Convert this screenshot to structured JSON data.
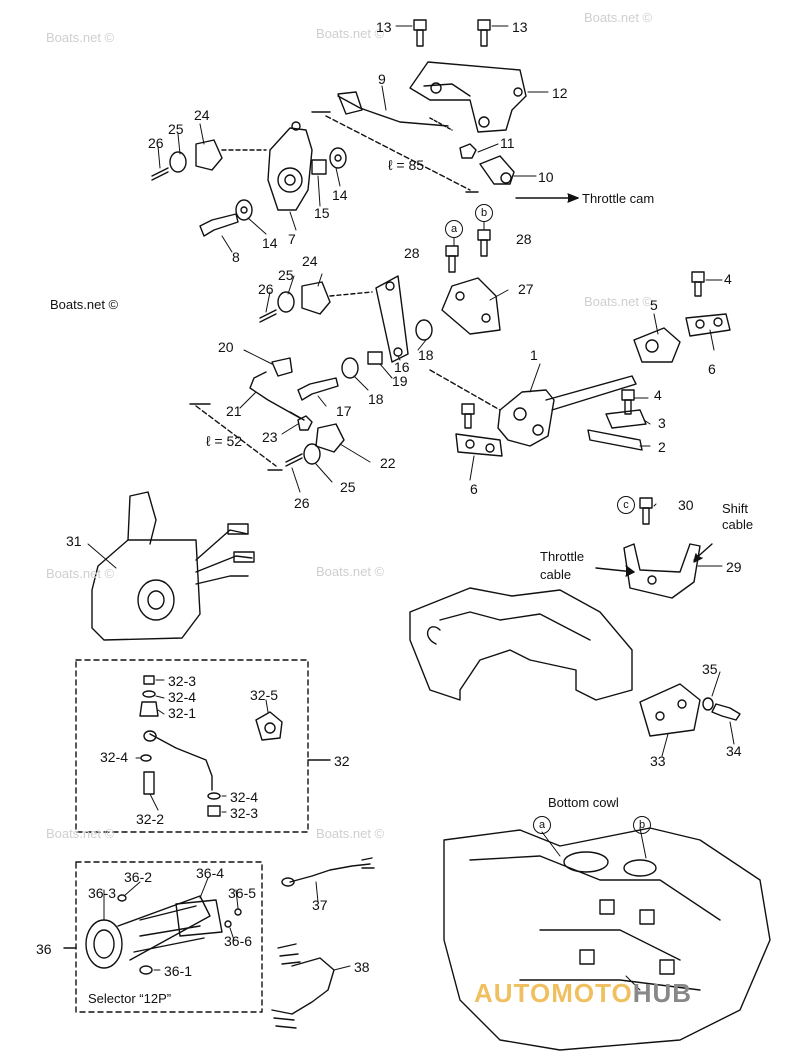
{
  "watermark": "Boats.net ©",
  "labels": {
    "p1": "1",
    "p2": "2",
    "p3": "3",
    "p4": "4",
    "p5": "5",
    "p6": "6",
    "p7": "7",
    "p8": "8",
    "p9": "9",
    "p10": "10",
    "p11": "11",
    "p12": "12",
    "p13": "13",
    "p14": "14",
    "p15": "15",
    "p16": "16",
    "p17": "17",
    "p18": "18",
    "p19": "19",
    "p20": "20",
    "p21": "21",
    "p22": "22",
    "p23": "23",
    "p24": "24",
    "p25": "25",
    "p26": "26",
    "p27": "27",
    "p28": "28",
    "p29": "29",
    "p30": "30",
    "p31": "31",
    "p32": "32",
    "p33": "33",
    "p34": "34",
    "p35": "35",
    "p36": "36",
    "p37": "37",
    "p38": "38",
    "p32_1": "32-1",
    "p32_2": "32-2",
    "p32_3": "32-3",
    "p32_4": "32-4",
    "p32_5": "32-5",
    "p36_1": "36-1",
    "p36_2": "36-2",
    "p36_3": "36-3",
    "p36_4": "36-4",
    "p36_5": "36-5",
    "p36_6": "36-6"
  },
  "markers": {
    "a": "a",
    "b": "b",
    "c": "c"
  },
  "dimensions": {
    "l85": "ℓ = 85",
    "l52": "ℓ = 52"
  },
  "annotations": {
    "throttle_cam": "Throttle cam",
    "shift_cable_1": "Shift",
    "shift_cable_2": "cable",
    "throttle_cable_1": "Throttle",
    "throttle_cable_2": "cable",
    "bottom_cowl": "Bottom cowl",
    "selector": "Selector  “12P”"
  },
  "logo": {
    "part1": "AUTOMOTO",
    "part2": "HUB"
  }
}
